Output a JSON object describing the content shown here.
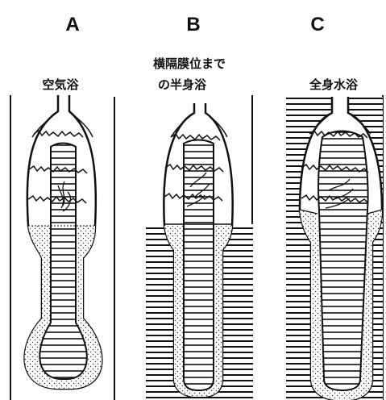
{
  "panels": [
    {
      "letter": "A",
      "caption_lines": [
        "空気浴"
      ]
    },
    {
      "letter": "B",
      "caption_lines": [
        "横隔膜位まで",
        "の半身浴"
      ]
    },
    {
      "letter": "C",
      "caption_lines": [
        "全身水浴"
      ]
    }
  ],
  "colors": {
    "ink": "#111111",
    "water": "#ffffff",
    "dots": "#333333"
  },
  "icons": {
    "wavy_line": "jagged-line",
    "lines": "horizontal-hatching",
    "stipple": "dots"
  }
}
